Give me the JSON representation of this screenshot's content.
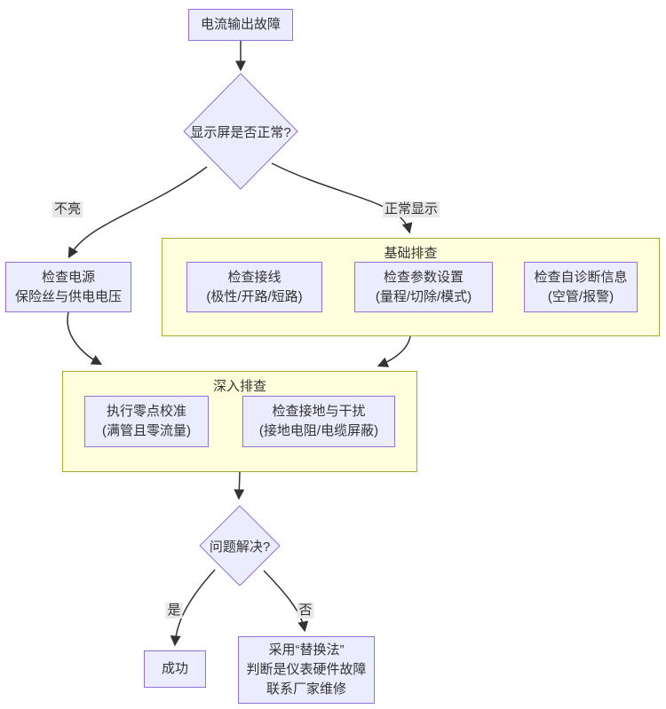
{
  "diagram": {
    "type": "flowchart",
    "colors": {
      "node_fill": "#ECECFF",
      "node_border": "#9370DB",
      "cluster_fill": "#FFFFDE",
      "cluster_border": "#AAAA33",
      "edge": "#333333",
      "text": "#333333",
      "edge_label_bg": "#E8E8E8"
    },
    "nodes": {
      "start": {
        "label": "电流输出故障"
      },
      "decision_display": {
        "label": "显示屏是否正常?"
      },
      "check_power": {
        "lines": [
          "检查电源",
          "保险丝与供电电压"
        ]
      },
      "check_wiring": {
        "lines": [
          "检查接线",
          "(极性/开路/短路)"
        ]
      },
      "check_params": {
        "lines": [
          "检查参数设置",
          "(量程/切除/模式)"
        ]
      },
      "check_diag": {
        "lines": [
          "检查自诊断信息",
          "(空管/报警)"
        ]
      },
      "zero_cal": {
        "lines": [
          "执行零点校准",
          "(满管且零流量)"
        ]
      },
      "check_ground": {
        "lines": [
          "检查接地与干扰",
          "(接地电阻/电缆屏蔽)"
        ]
      },
      "decision_solved": {
        "label": "问题解决?"
      },
      "success": {
        "label": "成功"
      },
      "replace": {
        "lines": [
          "采用“替换法”",
          "判断是仪表硬件故障",
          "联系厂家维修"
        ]
      }
    },
    "subgraphs": {
      "basic": {
        "title": "基础排查"
      },
      "deep": {
        "title": "深入排查"
      }
    },
    "edge_labels": {
      "not_lit": "不亮",
      "normal_display": "正常显示",
      "yes": "是",
      "no": "否"
    }
  }
}
